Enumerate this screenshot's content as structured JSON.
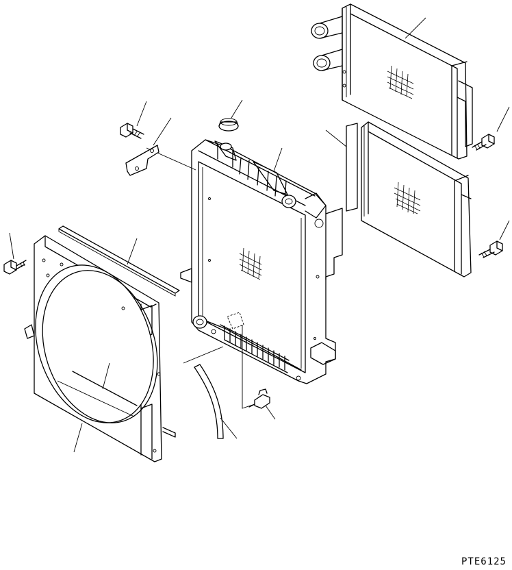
{
  "diagram": {
    "code": "PTE6125",
    "parts": [
      "oil-cooler-upper",
      "oil-cooler-lower",
      "radiator",
      "radiator-cap",
      "fan-shroud",
      "shroud-seal-strip",
      "drain-hose",
      "drain-valve",
      "bracket",
      "mounting-bolts"
    ]
  }
}
